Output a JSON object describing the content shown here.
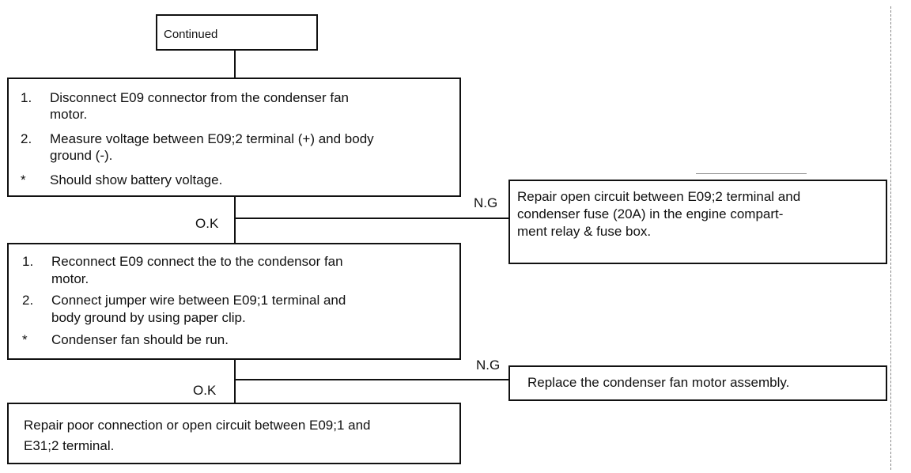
{
  "start": {
    "text": "Continued"
  },
  "box1": {
    "items": [
      {
        "marker": "1.",
        "lines": [
          "Disconnect E09 connector from the condenser fan",
          " motor."
        ]
      },
      {
        "marker": "2.",
        "lines": [
          "Measure voltage between E09;2 terminal (+) and body",
          "ground (-)."
        ]
      },
      {
        "marker": "*",
        "lines": [
          "Should show battery voltage."
        ]
      }
    ]
  },
  "box2": {
    "items": [
      {
        "marker": "1.",
        "lines": [
          "Reconnect E09 connect the to the condensor fan",
          "motor."
        ]
      },
      {
        "marker": "2.",
        "lines": [
          "Connect jumper wire between E09;1 terminal and",
          "body ground by using paper clip."
        ]
      },
      {
        "marker": "*",
        "lines": [
          "Condenser fan should be run."
        ]
      }
    ]
  },
  "ng1": {
    "label": "N.G",
    "lines": [
      "Repair open circuit between E09;2 terminal and",
      "condenser fuse  (20A) in the engine compart-",
      "ment relay & fuse box."
    ]
  },
  "ng2": {
    "label": "N.G",
    "text": "Replace the condenser fan motor assembly."
  },
  "ok1": {
    "label": "O.K"
  },
  "ok2": {
    "label": "O.K"
  },
  "final": {
    "lines": [
      "Repair poor connection or open circuit between E09;1 and",
      "E31;2 terminal."
    ]
  }
}
